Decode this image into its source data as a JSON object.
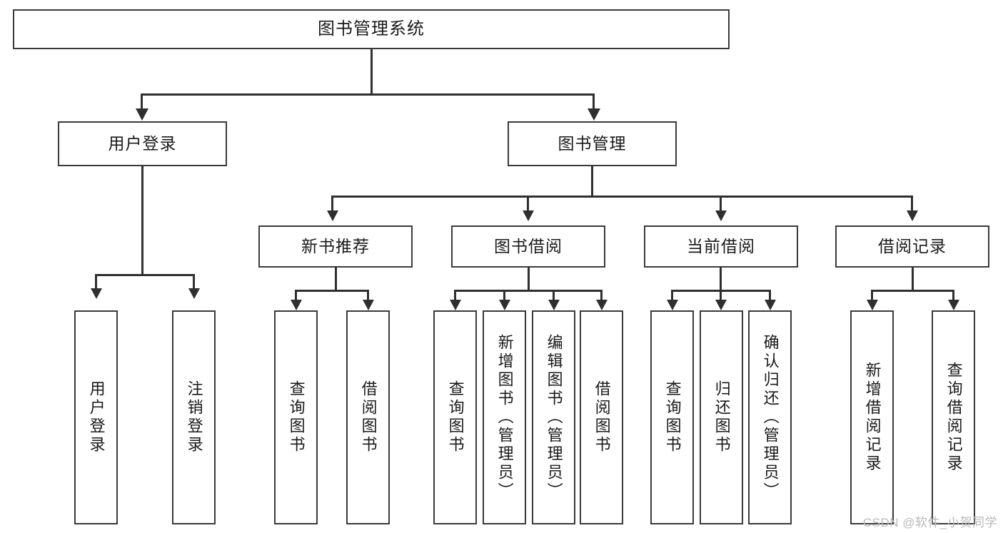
{
  "diagram": {
    "title": "图书管理系统",
    "type": "tree-hierarchy-chart",
    "root": {
      "label": "图书管理系统"
    },
    "level1": [
      {
        "label": "用户登录"
      },
      {
        "label": "图书管理"
      }
    ],
    "level2": [
      {
        "label": "新书推荐"
      },
      {
        "label": "图书借阅"
      },
      {
        "label": "当前借阅"
      },
      {
        "label": "借阅记录"
      }
    ],
    "leaves": {
      "user_login": [
        {
          "label": "用户登录"
        },
        {
          "label": "注销登录"
        }
      ],
      "new_book_recommend": [
        {
          "label": "查询图书"
        },
        {
          "label": "借阅图书"
        }
      ],
      "book_borrow": [
        {
          "label": "查询图书"
        },
        {
          "label": "新增图书（管理员）"
        },
        {
          "label": "编辑图书（管理员）"
        },
        {
          "label": "借阅图书"
        }
      ],
      "current_borrow": [
        {
          "label": "查询图书"
        },
        {
          "label": "归还图书"
        },
        {
          "label": "确认归还（管理员）"
        }
      ],
      "borrow_record": [
        {
          "label": "新增借阅记录"
        },
        {
          "label": "查询借阅记录"
        }
      ]
    }
  },
  "watermark": {
    "text": "CSDN @软件_小贺同学"
  },
  "colors": {
    "box_border": "#3a3a3a",
    "connector": "#2f2f2f",
    "background": "#ffffff",
    "text": "#1a1a1a",
    "watermark": "#b9b9b9"
  }
}
